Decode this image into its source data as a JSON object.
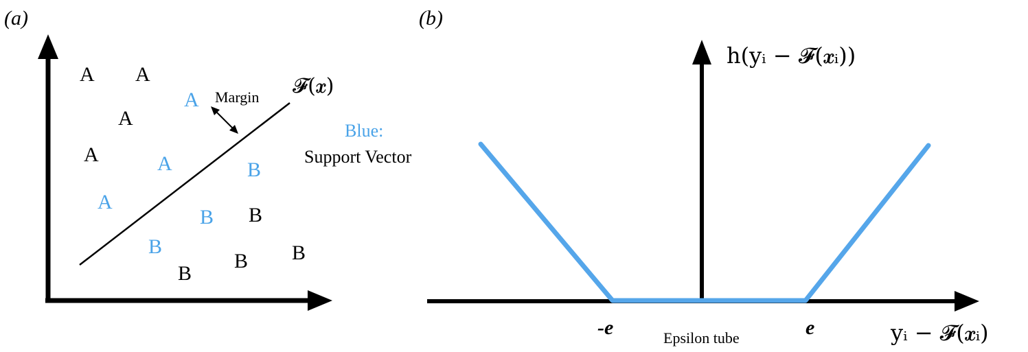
{
  "panel_a": {
    "label": "(a)",
    "points": [
      {
        "text": "A",
        "color": "#000000"
      },
      {
        "text": "A",
        "color": "#000000"
      },
      {
        "text": "A",
        "color": "#4aa3e8"
      },
      {
        "text": "A",
        "color": "#000000"
      },
      {
        "text": "A",
        "color": "#000000"
      },
      {
        "text": "A",
        "color": "#4aa3e8"
      },
      {
        "text": "A",
        "color": "#4aa3e8"
      },
      {
        "text": "B",
        "color": "#4aa3e8"
      },
      {
        "text": "B",
        "color": "#4aa3e8"
      },
      {
        "text": "B",
        "color": "#000000"
      },
      {
        "text": "B",
        "color": "#4aa3e8"
      },
      {
        "text": "B",
        "color": "#000000"
      },
      {
        "text": "B",
        "color": "#000000"
      },
      {
        "text": "B",
        "color": "#000000"
      }
    ],
    "margin_label": "Margin",
    "boundary_label": "𝓕(𝒙)",
    "legend_title": "Blue:",
    "legend_text": "Support Vector"
  },
  "panel_b": {
    "label": "(b)",
    "y_axis_label": "h(yᵢ − 𝓕(𝒙ᵢ))",
    "x_axis_label": "yᵢ − 𝓕(𝒙ᵢ)",
    "neg_e_label": "-e",
    "pos_e_label": "e",
    "tube_label": "Epsilon tube"
  },
  "colors": {
    "support": "#4aa3e8",
    "ink": "#000000",
    "loss": "#55a6ea"
  }
}
